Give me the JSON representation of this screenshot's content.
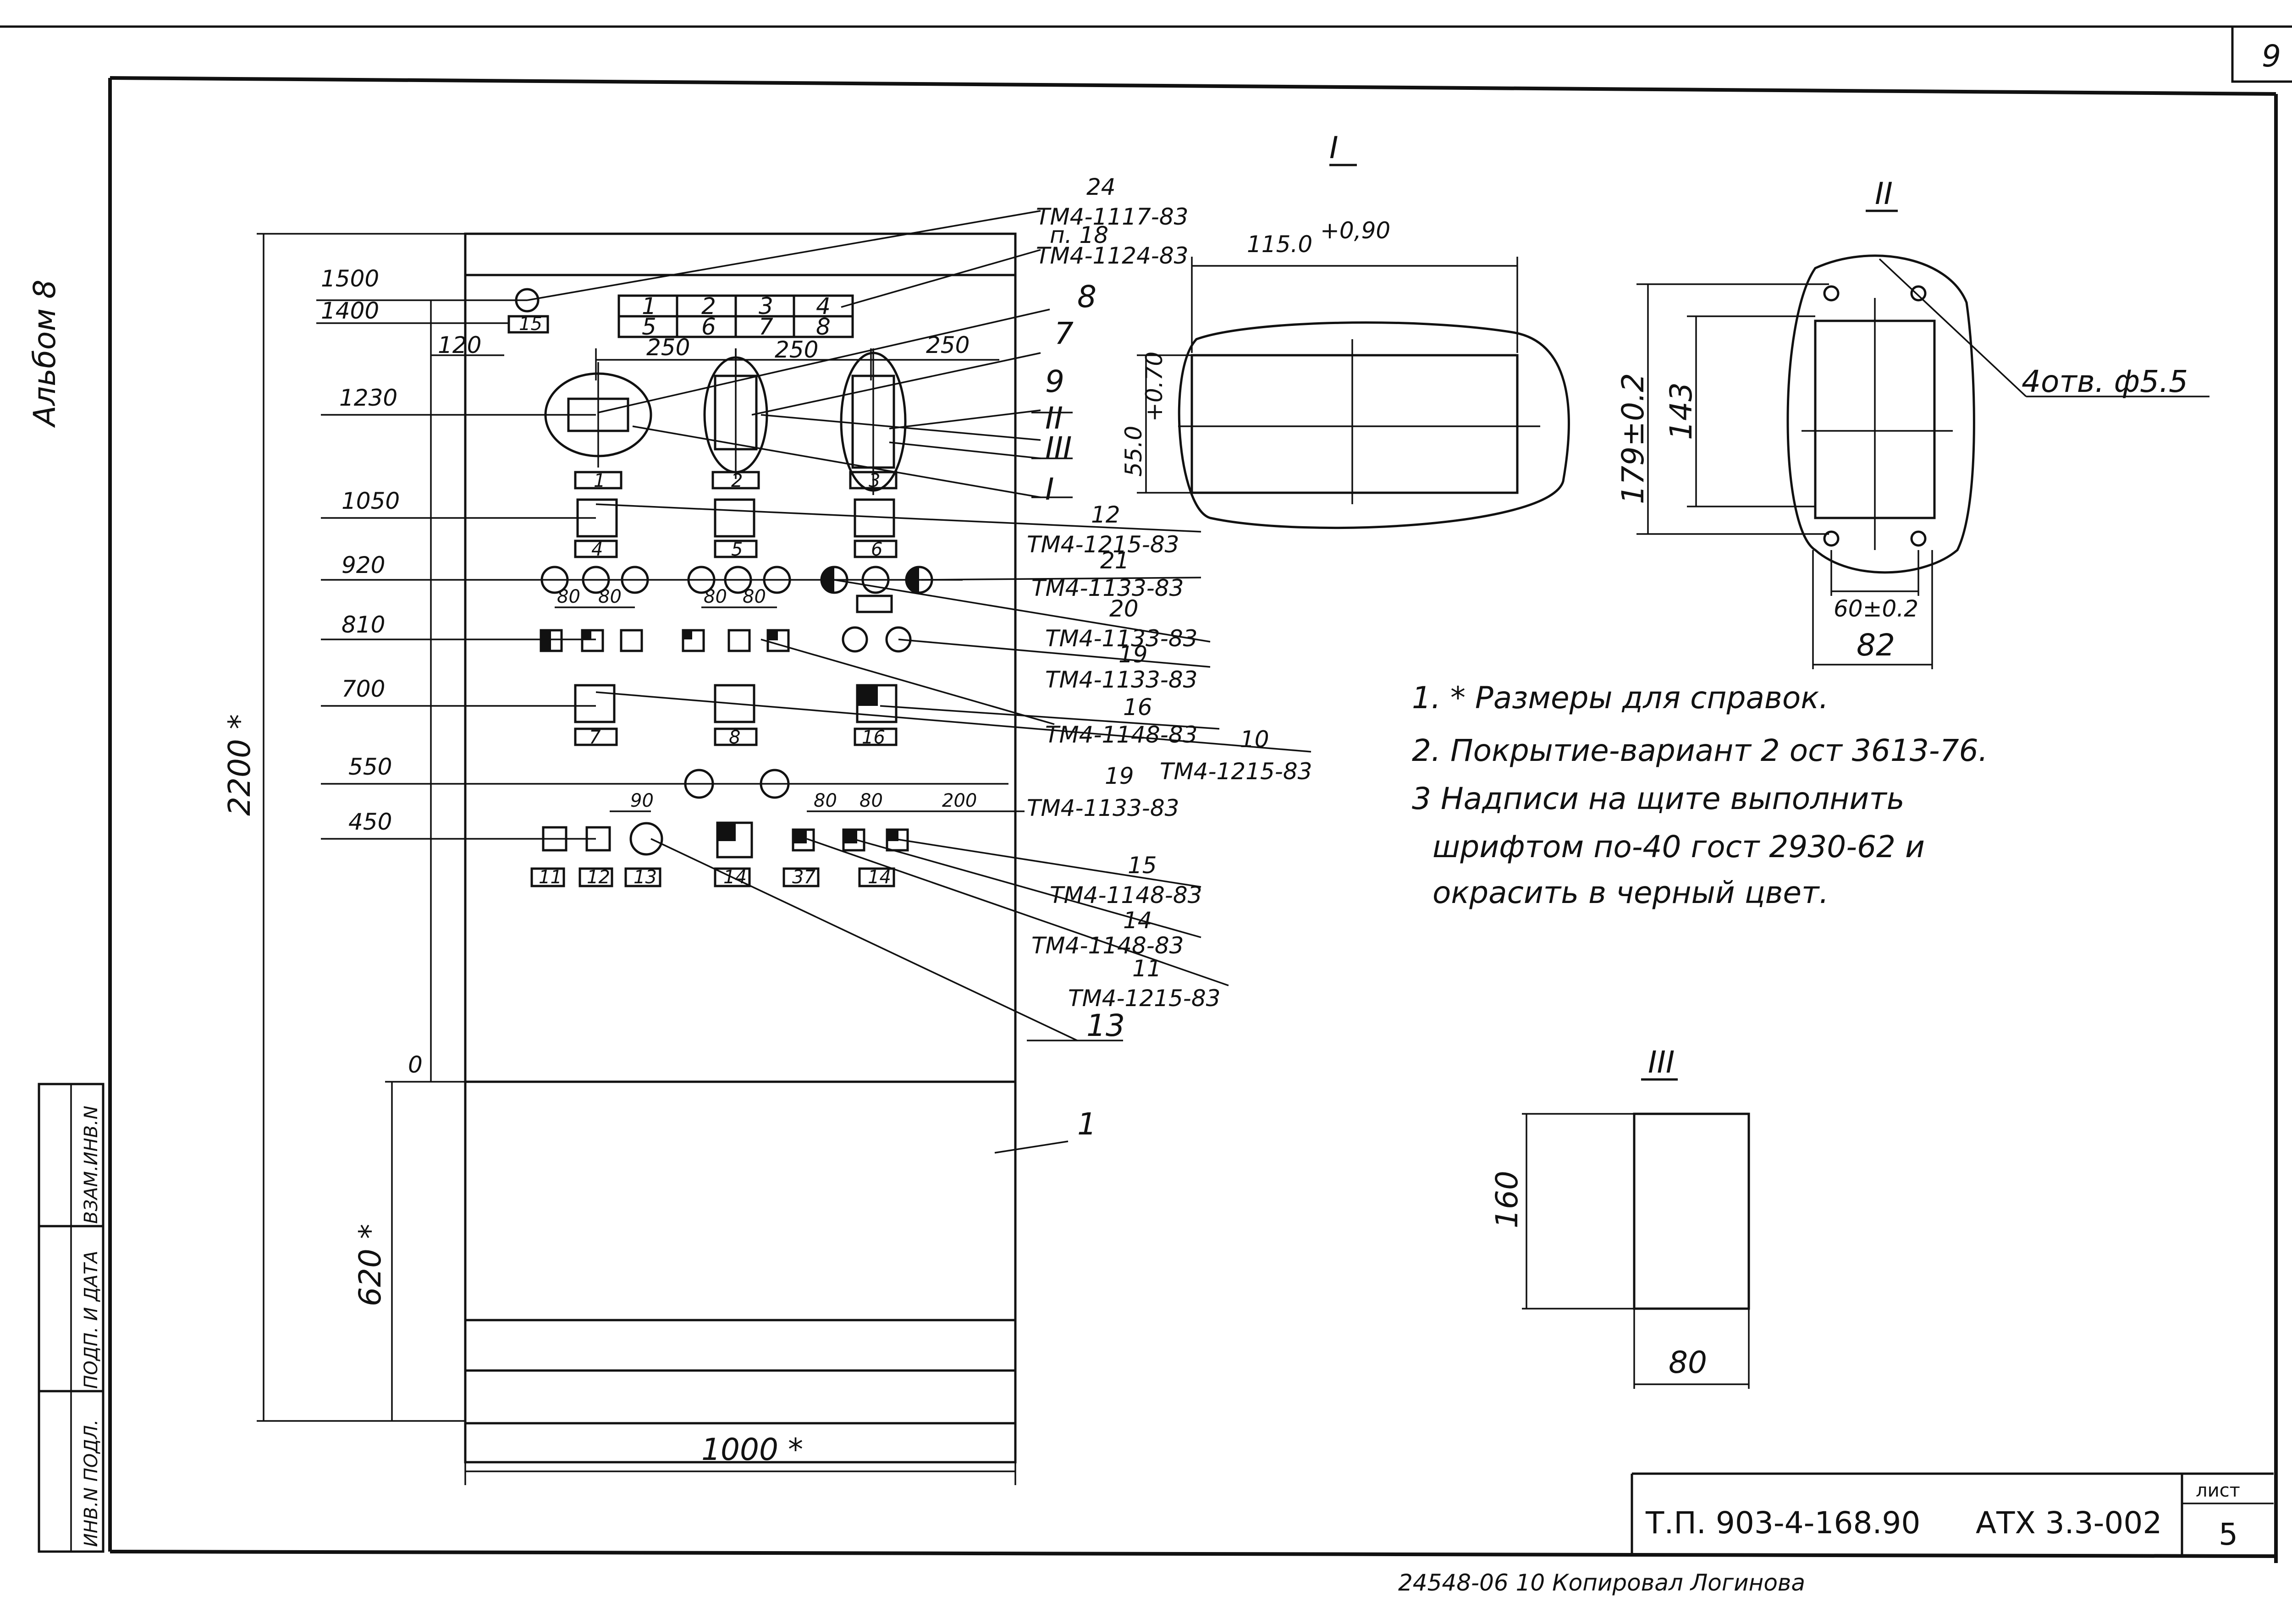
{
  "sheet_number": "9",
  "album_label": "Альбом 8",
  "stamp_columns": [
    "ИНВ.N ПОДЛ.",
    "ПОДП. И ДАТА",
    "ВЗАМ.ИНВ.N"
  ],
  "panel": {
    "height_labels": [
      "1500",
      "1400",
      "1230",
      "1050",
      "920",
      "810",
      "700",
      "550",
      "450",
      "0"
    ],
    "offset_120": "120",
    "spacing_labels": [
      "250",
      "250",
      "250"
    ],
    "pitch_labels": [
      "80",
      "80",
      "80",
      "80",
      "90",
      "80",
      "80",
      "200"
    ],
    "overall_height": "2200 *",
    "lower_height": "620 *",
    "overall_width": "1000 *",
    "nameplate_cells": [
      "1",
      "2",
      "3",
      "4",
      "5",
      "6",
      "7",
      "8"
    ],
    "item_labels": [
      "15",
      "1",
      "2",
      "3",
      "4",
      "5",
      "6",
      "7",
      "8",
      "16",
      "11",
      "12",
      "13",
      "14",
      "37",
      "14"
    ],
    "body_label": "1"
  },
  "callouts": {
    "c24": {
      "pos": "24",
      "ref": "ТМ4-1117-83"
    },
    "c18": {
      "pos": "п. 18",
      "ref": "ТМ4-1124-83"
    },
    "views": [
      "8",
      "7",
      "9",
      "II",
      "III",
      "I"
    ],
    "c12": {
      "pos": "12",
      "ref": "ТМ4-1215-83"
    },
    "c21": {
      "pos": "21",
      "ref": "ТМ4-1133-83"
    },
    "c20": {
      "pos": "20",
      "ref": "ТМ4-1133-83"
    },
    "c19a": {
      "pos": "19",
      "ref": "ТМ4-1133-83"
    },
    "c16": {
      "pos": "16",
      "ref": "ТМ4-1148-83"
    },
    "c10": {
      "pos": "10",
      "ref": "ТМ4-1215-83"
    },
    "c19b": {
      "pos": "19",
      "ref": "ТМ4-1133-83"
    },
    "c15": {
      "pos": "15",
      "ref": "ТМ4-1148-83"
    },
    "c14": {
      "pos": "14",
      "ref": "ТМ4-1148-83"
    },
    "c11": {
      "pos": "11",
      "ref": "ТМ4-1215-83"
    },
    "c13": {
      "pos": "13"
    }
  },
  "view_I": {
    "title": "I",
    "width": "115.0",
    "width_tol": "+0,90",
    "height": "55.0",
    "height_tol": "+0.70"
  },
  "view_II": {
    "title": "II",
    "dim_outer": "179±0.2",
    "dim_inner": "143",
    "holes": "4отв. ф5.5",
    "dim_60": "60±0.2",
    "dim_82": "82"
  },
  "view_III": {
    "title": "III",
    "height": "160",
    "width": "80"
  },
  "notes": [
    "1. * Размеры для справок.",
    "2. Покрытие-вариант 2 ост 3613-76.",
    "3 Надписи на щите выполнить",
    "шрифтом по-40 гост 2930-62 и",
    "окрасить в черный цвет."
  ],
  "title_block": {
    "code": "Т.П. 903-4-168.90",
    "doc": "АТХ 3.3-002",
    "sheet_label": "лист",
    "sheet": "5"
  },
  "footer": "24548-06 10 Копировал Логинова"
}
